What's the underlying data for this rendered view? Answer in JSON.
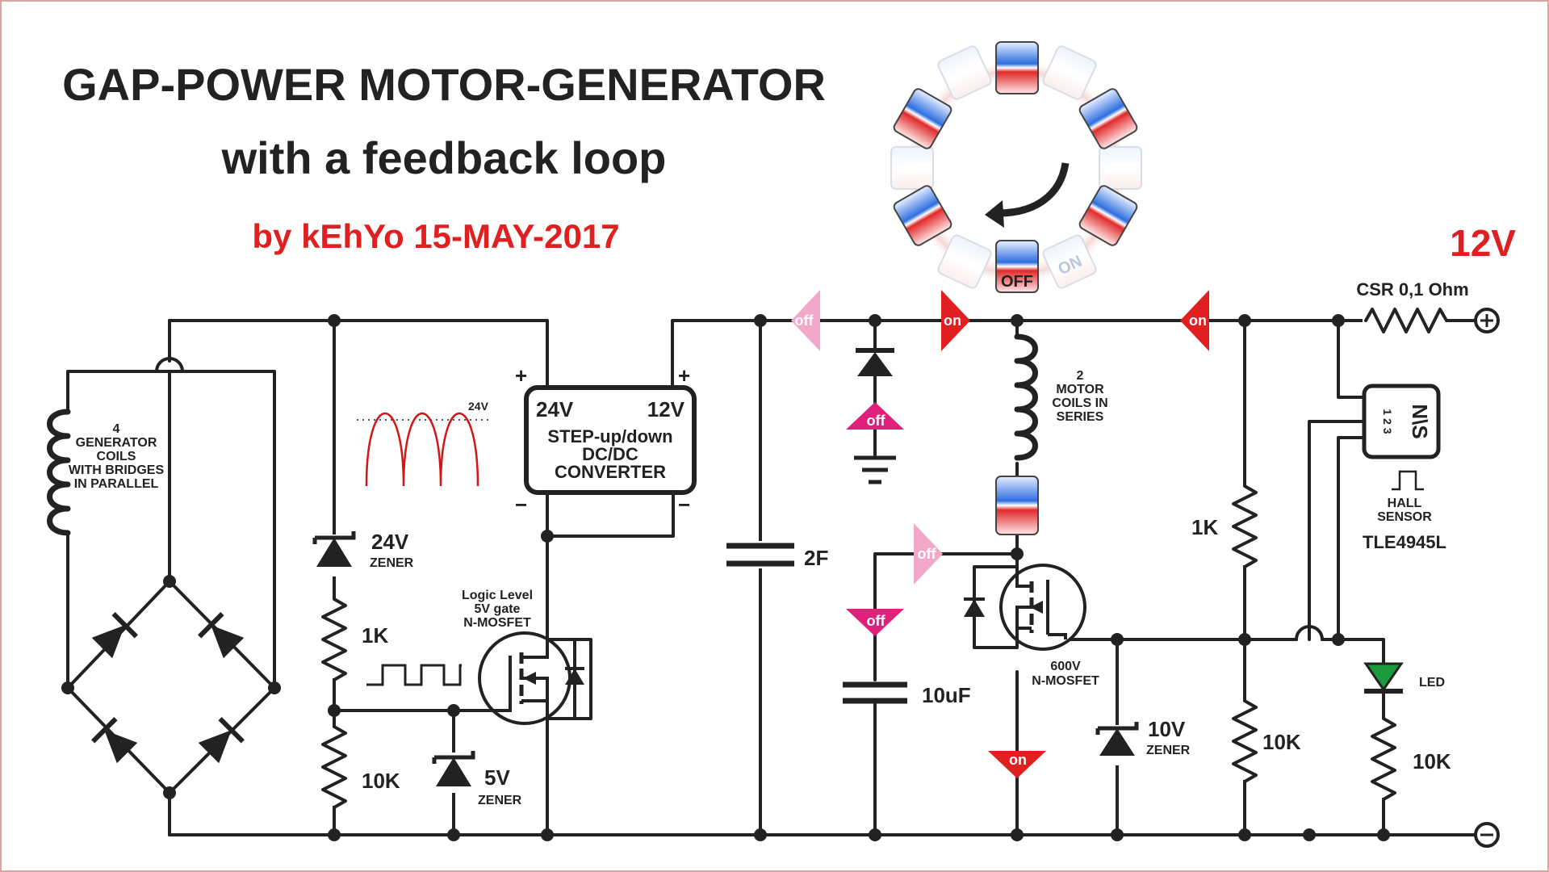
{
  "title": {
    "line1": "GAP-POWER MOTOR-GENERATOR",
    "line2": "with a feedback loop",
    "author": "by kEhYo 15-MAY-2017"
  },
  "supply": {
    "voltage": "12V",
    "csr": "CSR 0,1 Ohm",
    "plus": "+",
    "minus": "−"
  },
  "rotor": {
    "off": "OFF",
    "on": "ON"
  },
  "labels": {
    "gen_coils": [
      "4",
      "GENERATOR",
      "COILS",
      "WITH BRIDGES",
      "IN PARALLEL"
    ],
    "zener24": "24V",
    "zener_word": "ZENER",
    "r1k": "1K",
    "r10k": "10K",
    "zener5": "5V",
    "mosfet_logic": [
      "Logic Level",
      "5V gate",
      "N-MOSFET"
    ],
    "wave_label": "24V",
    "conv_in": "24V",
    "conv_out": "12V",
    "conv_text": [
      "STEP-up/down",
      "DC/DC",
      "CONVERTER"
    ],
    "conv_plus": "+",
    "conv_minus": "−",
    "cap2f": "2F",
    "motor_coils": [
      "2",
      "MOTOR",
      "COILS IN",
      "SERIES"
    ],
    "cap10u": "10uF",
    "mosfet600": [
      "600V",
      "N-MOSFET"
    ],
    "zener10": "10V",
    "r1k_right": "1K",
    "r10k_right": "10K",
    "hall": [
      "HALL",
      "SENSOR"
    ],
    "hall_part": "TLE4945L",
    "hall_pins": "1 2 3",
    "hall_ns": "N\\S",
    "led": "LED",
    "r10k_led": "10K"
  },
  "flags": {
    "off": "off",
    "on": "on"
  },
  "colors": {
    "red": "#e02020",
    "pink": "#f2a8c8",
    "magenta": "#e0207a",
    "led_green": "#1a9a3a",
    "magnet_blue": "#2d6fe0",
    "magnet_red": "#e02a2a"
  }
}
